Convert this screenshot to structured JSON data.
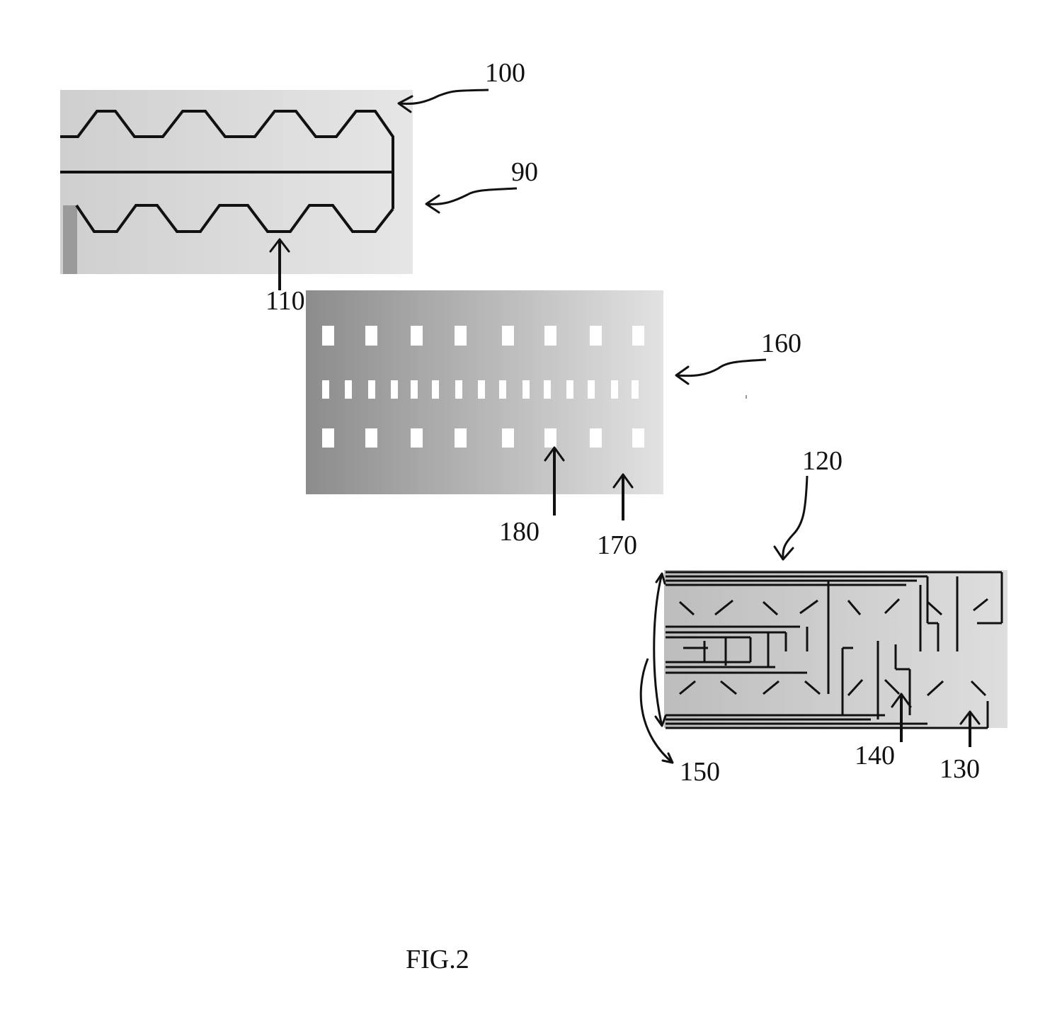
{
  "figure": {
    "caption": "FIG.2"
  },
  "labels": {
    "l100": "100",
    "l90": "90",
    "l110": "110",
    "l160": "160",
    "l170": "170",
    "l180": "180",
    "l120": "120",
    "l130": "130",
    "l140": "140",
    "l150": "150"
  }
}
